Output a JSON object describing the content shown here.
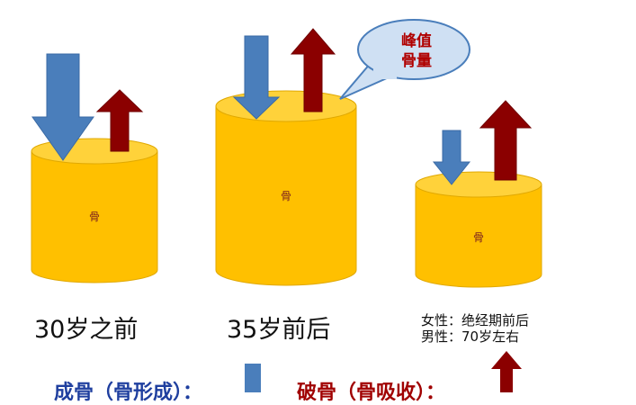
{
  "stages": [
    {
      "label": "30岁之前",
      "cylinder_text": "骨"
    },
    {
      "label": "35岁前后",
      "cylinder_text": "骨"
    },
    {
      "label": "",
      "cylinder_text": "骨"
    }
  ],
  "callout": {
    "line1": "峰值",
    "line2": "骨量"
  },
  "note": {
    "line1": "女性：绝经期前后",
    "line2": "男性：70岁左右"
  },
  "legend": {
    "formation": "成骨（骨形成）：",
    "resorption": "破骨（骨吸收）："
  },
  "colors": {
    "cylinder": "#FFC000",
    "cylinder_top": "#FFD23A",
    "blue_arrow": "#4A7EBB",
    "red_arrow": "#8B0000",
    "callout_fill": "#CFE0F3",
    "callout_stroke": "#4A7EBB",
    "formation_text": "#1F3F9F",
    "resorption_text": "#A00000"
  }
}
